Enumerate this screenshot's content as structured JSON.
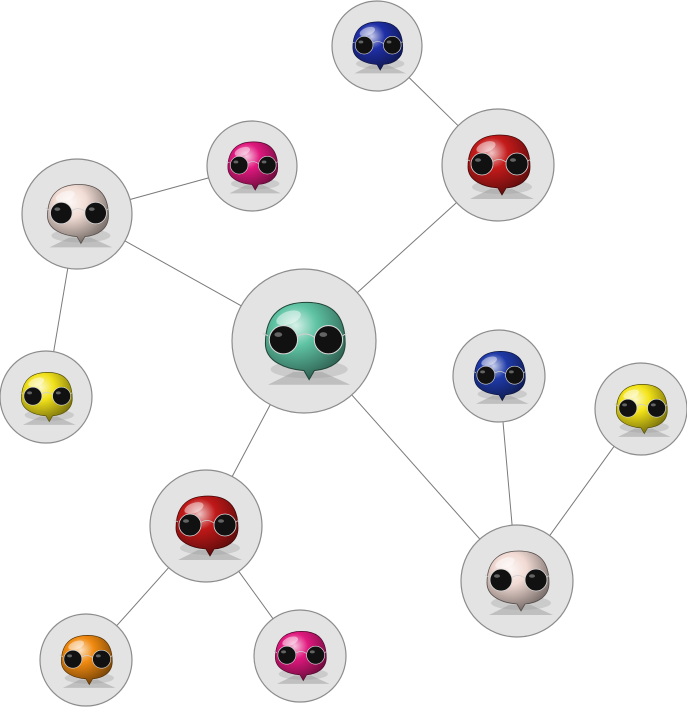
{
  "nodes": [
    {
      "id": "center",
      "color": "#5fc4a4"
    },
    {
      "id": "top-blue",
      "color": "#1f2fa6"
    },
    {
      "id": "top-right-red",
      "color": "#c41a1a"
    },
    {
      "id": "pink-upper",
      "color": "#e0187e"
    },
    {
      "id": "pale-left",
      "color": "#f1dcd4"
    },
    {
      "id": "yellow-left",
      "color": "#f2e21a"
    },
    {
      "id": "blue-right",
      "color": "#1f3aa8"
    },
    {
      "id": "yellow-right",
      "color": "#f4e418"
    },
    {
      "id": "red-lower",
      "color": "#c01818"
    },
    {
      "id": "pale-lower-right",
      "color": "#f1dad3"
    },
    {
      "id": "orange-bottom",
      "color": "#f08a10"
    },
    {
      "id": "pink-bottom",
      "color": "#e0187e"
    }
  ],
  "edges": [
    [
      "top-blue",
      "top-right-red"
    ],
    [
      "top-right-red",
      "center"
    ],
    [
      "pink-upper",
      "pale-left"
    ],
    [
      "pale-left",
      "center"
    ],
    [
      "pale-left",
      "yellow-left"
    ],
    [
      "center",
      "red-lower"
    ],
    [
      "center",
      "pale-lower-right"
    ],
    [
      "blue-right",
      "pale-lower-right"
    ],
    [
      "yellow-right",
      "pale-lower-right"
    ],
    [
      "red-lower",
      "orange-bottom"
    ],
    [
      "red-lower",
      "pink-bottom"
    ]
  ]
}
